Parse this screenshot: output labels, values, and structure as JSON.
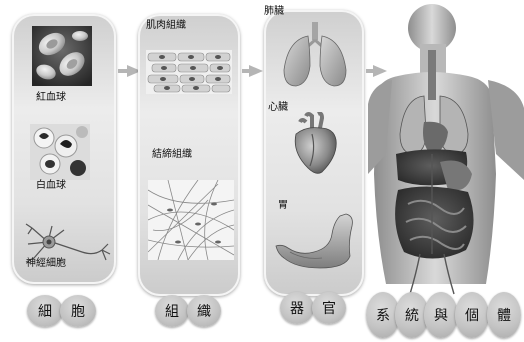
{
  "cells": {
    "labels": [
      "紅血球",
      "白血球",
      "神經細胞"
    ],
    "chips": [
      "細",
      "胞"
    ]
  },
  "tissues": {
    "labels": [
      "肌肉組織",
      "結締組織"
    ],
    "chips": [
      "組",
      "織"
    ]
  },
  "organs": {
    "labels": [
      "肺臟",
      "心臟",
      "胃"
    ],
    "chips": [
      "器",
      "官"
    ]
  },
  "body": {
    "chips": [
      "系",
      "統",
      "與",
      "個",
      "體"
    ]
  }
}
